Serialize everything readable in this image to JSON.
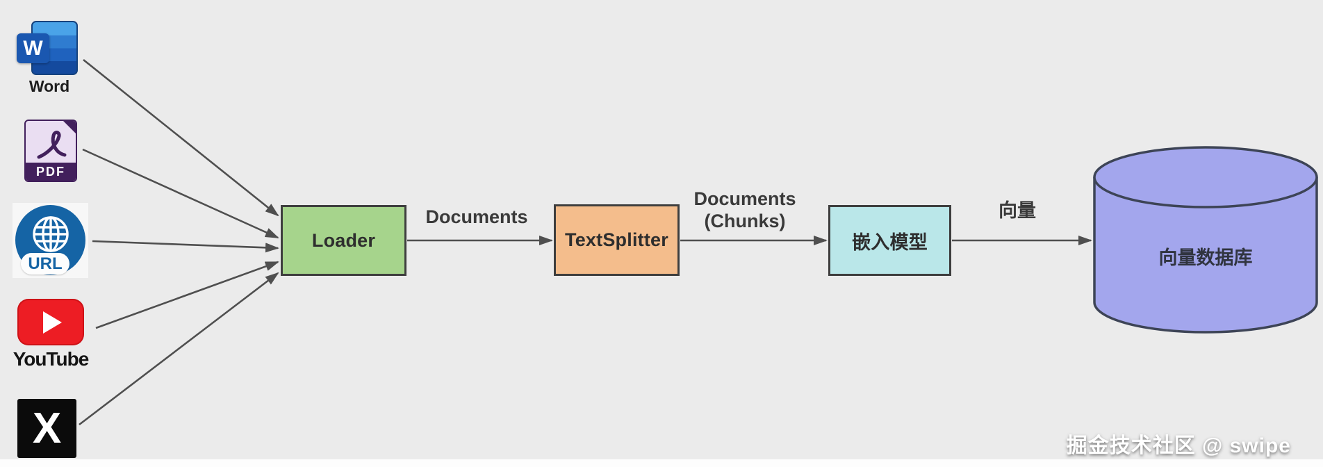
{
  "diagram_title": "document-ingestion-to-vector-database-pipeline",
  "colors": {
    "background": "#ebebeb",
    "arrow": "#4f4f4f",
    "box_border": "#3e3e3e",
    "loader_fill": "#a6d48c",
    "textsplitter_fill": "#f4bd8c",
    "embedding_fill": "#bae7e9",
    "database_fill": "#a3a6ed",
    "database_border": "#3d4456",
    "word_blue": "#1a57b0",
    "pdf_purple": "#42205c",
    "pdf_page": "#eadef2",
    "url_blue": "#1564a5",
    "youtube_red": "#ed1d24",
    "x_black": "#0b0b0b",
    "watermark_text": "#ffffff"
  },
  "sources": [
    {
      "name": "word",
      "label": "Word",
      "badge": "W"
    },
    {
      "name": "pdf",
      "label": "",
      "badge": "PDF"
    },
    {
      "name": "url",
      "label": "",
      "badge": "URL"
    },
    {
      "name": "youtube",
      "label": "YouTube",
      "badge": ""
    },
    {
      "name": "x",
      "label": "",
      "badge": "X"
    }
  ],
  "nodes": [
    {
      "name": "loader",
      "label": "Loader",
      "shape": "rect",
      "fill": "#a6d48c"
    },
    {
      "name": "textsplitter",
      "label": "TextSplitter",
      "shape": "rect",
      "fill": "#f4bd8c"
    },
    {
      "name": "embedding-model",
      "label": "嵌入模型",
      "shape": "rect",
      "fill": "#bae7e9"
    },
    {
      "name": "vector-database",
      "label": "向量数据库",
      "shape": "cylinder",
      "fill": "#a3a6ed"
    }
  ],
  "edges": [
    {
      "from": "word",
      "to": "loader",
      "label": ""
    },
    {
      "from": "pdf",
      "to": "loader",
      "label": ""
    },
    {
      "from": "url",
      "to": "loader",
      "label": ""
    },
    {
      "from": "youtube",
      "to": "loader",
      "label": ""
    },
    {
      "from": "x",
      "to": "loader",
      "label": ""
    },
    {
      "from": "loader",
      "to": "textsplitter",
      "label": "Documents"
    },
    {
      "from": "textsplitter",
      "to": "embedding-model",
      "label": "Documents (Chunks)",
      "line1": "Documents",
      "line2": "(Chunks)"
    },
    {
      "from": "embedding-model",
      "to": "vector-database",
      "label": "向量"
    }
  ],
  "watermark": "掘金技术社区 @ swipe"
}
